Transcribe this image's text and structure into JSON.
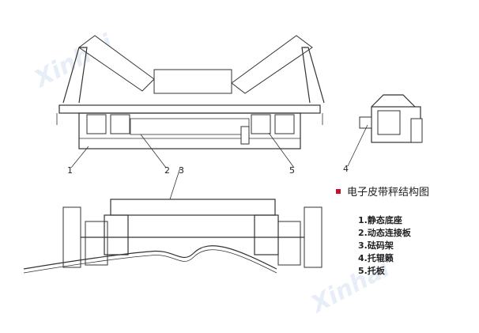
{
  "legend": {
    "title": "电子皮带秤结构图",
    "items": [
      "1.静态底座",
      "2.动态连接板",
      "3.砝码架",
      "4.托辊籁",
      "5.托板"
    ]
  },
  "callouts": [
    "1",
    "2",
    "3",
    "4",
    "5"
  ],
  "watermark": {
    "brand": "Xinhai",
    "subtitle": "鑫海矿业技术装备 MINERAL PROCESSING EPC"
  },
  "colors": {
    "accent": "#c8102e",
    "line": "#333333"
  }
}
